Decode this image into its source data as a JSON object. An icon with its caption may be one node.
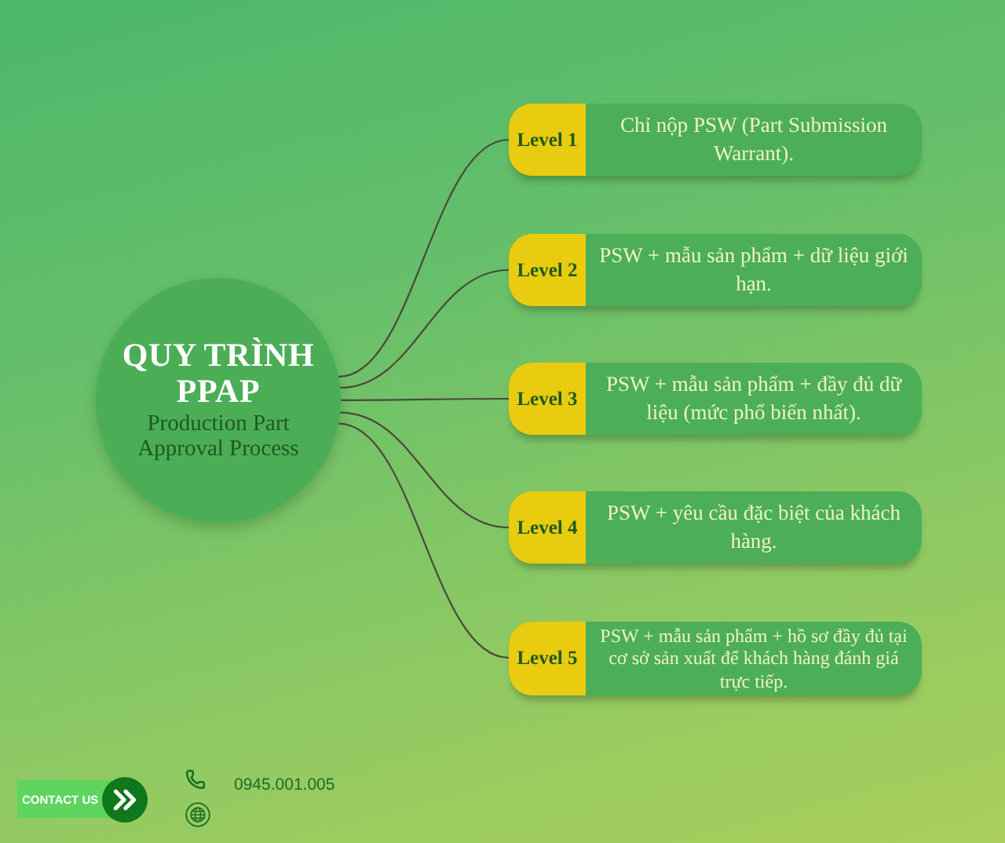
{
  "diagram": {
    "nodes": [
      {
        "text": [
          "QUY TRÌNH PPAP",
          "Production Part Approval Process"
        ]
      },
      {
        "text": [
          "Level 1",
          "Chỉ nộp PSW (Part Submission Warrant)."
        ]
      },
      {
        "text": [
          "Level 2",
          "PSW + mẫu sản phẩm + dữ liệu giới hạn."
        ]
      },
      {
        "text": [
          "Level 3",
          "PSW + mẫu sản phẩm + đầy đủ dữ liệu (mức phổ biến nhất)."
        ]
      },
      {
        "text": [
          "Level 4",
          "PSW + yêu cầu đặc biệt của khách hàng."
        ]
      },
      {
        "text": [
          "Level 5",
          "PSW + mẫu sản phẩm + hồ sơ đầy đủ tại cơ sở sản xuất để khách hàng đánh giá trực tiếp."
        ]
      }
    ],
    "edges": [
      {
        "from": 0,
        "to": 1,
        "arrow": "none"
      },
      {
        "from": 0,
        "to": 2,
        "arrow": "none"
      },
      {
        "from": 0,
        "to": 3,
        "arrow": "none"
      },
      {
        "from": 0,
        "to": 4,
        "arrow": "none"
      },
      {
        "from": 0,
        "to": 5,
        "arrow": "none"
      }
    ],
    "labels": [
      "CONTACT US",
      "0945.001.005"
    ]
  }
}
